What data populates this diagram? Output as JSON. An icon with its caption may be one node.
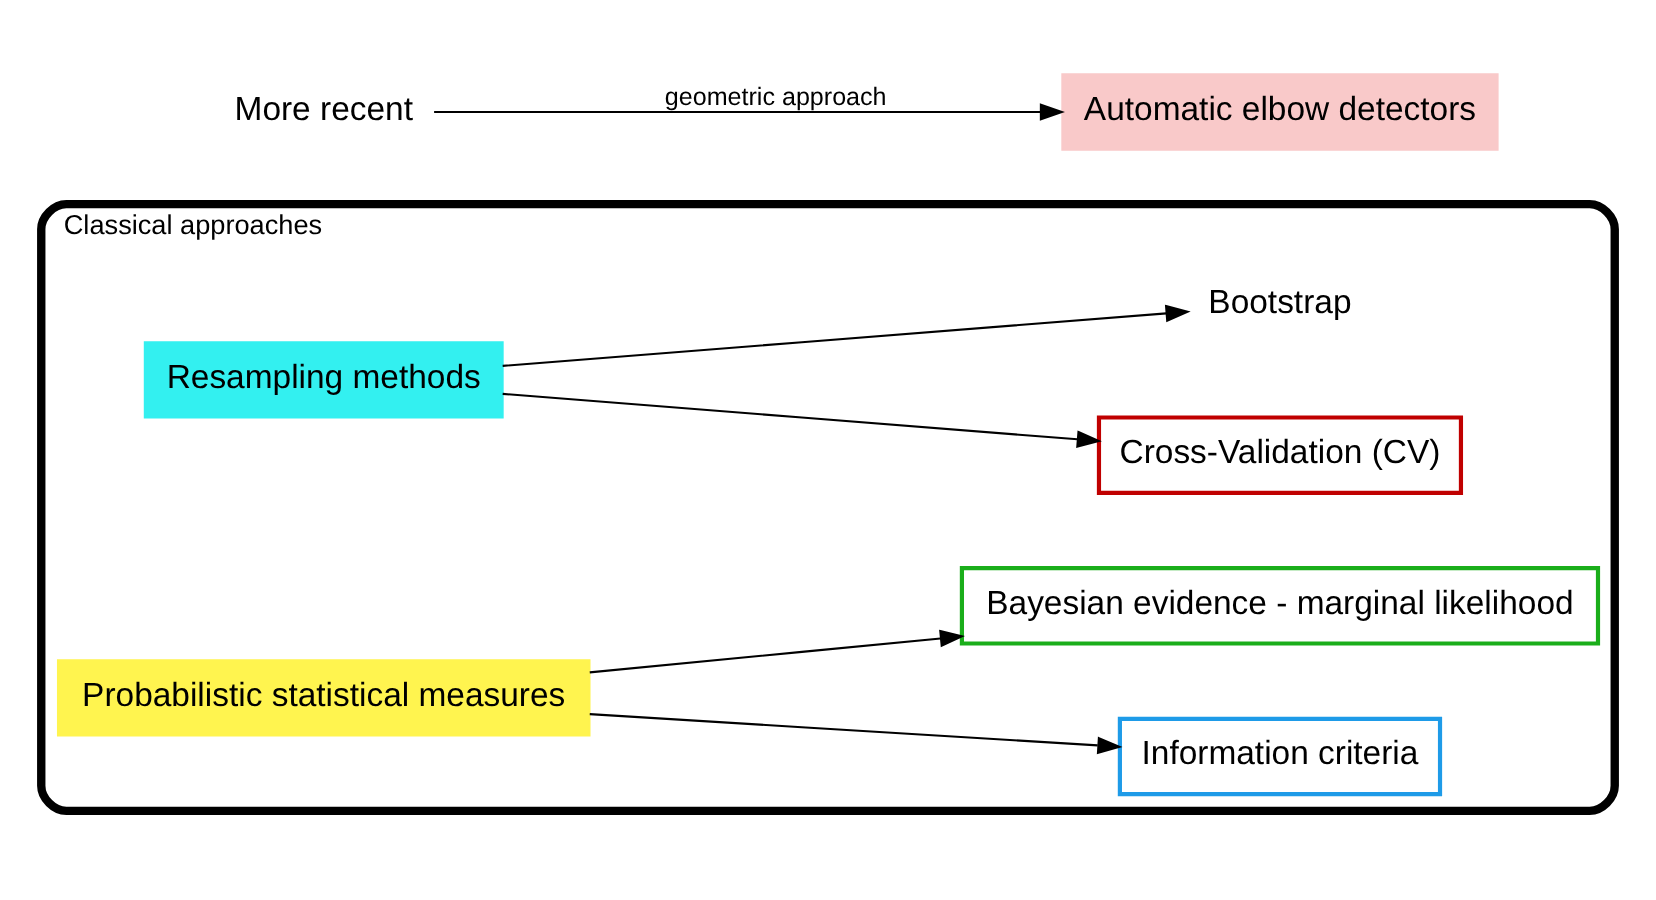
{
  "diagram": {
    "nodes": [
      {
        "text": [
          "Classical approaches"
        ]
      },
      {
        "text": [
          "Resampling methods"
        ],
        "in": 0
      },
      {
        "text": [
          "Cross-Validation (CV)"
        ],
        "in": 0
      },
      {
        "text": [
          "Bootstrap"
        ],
        "in": 0
      },
      {
        "text": [
          "Probabilistic statistical measures"
        ],
        "in": 0
      },
      {
        "text": [
          "Information criteria"
        ],
        "in": 0
      },
      {
        "text": [
          "Bayesian evidence - marginal likelihood"
        ],
        "in": 0
      },
      {
        "text": [
          "More recent"
        ]
      },
      {
        "text": [
          "Automatic elbow detectors"
        ]
      }
    ],
    "edges": [
      {
        "from": 1,
        "to": 2,
        "arrow": "to"
      },
      {
        "from": 1,
        "to": 3,
        "arrow": "to"
      },
      {
        "from": 4,
        "to": 5,
        "arrow": "to"
      },
      {
        "from": 4,
        "to": 6,
        "arrow": "to"
      },
      {
        "from": 7,
        "to": 8,
        "arrow": "to",
        "label": "geometric approach"
      }
    ]
  }
}
